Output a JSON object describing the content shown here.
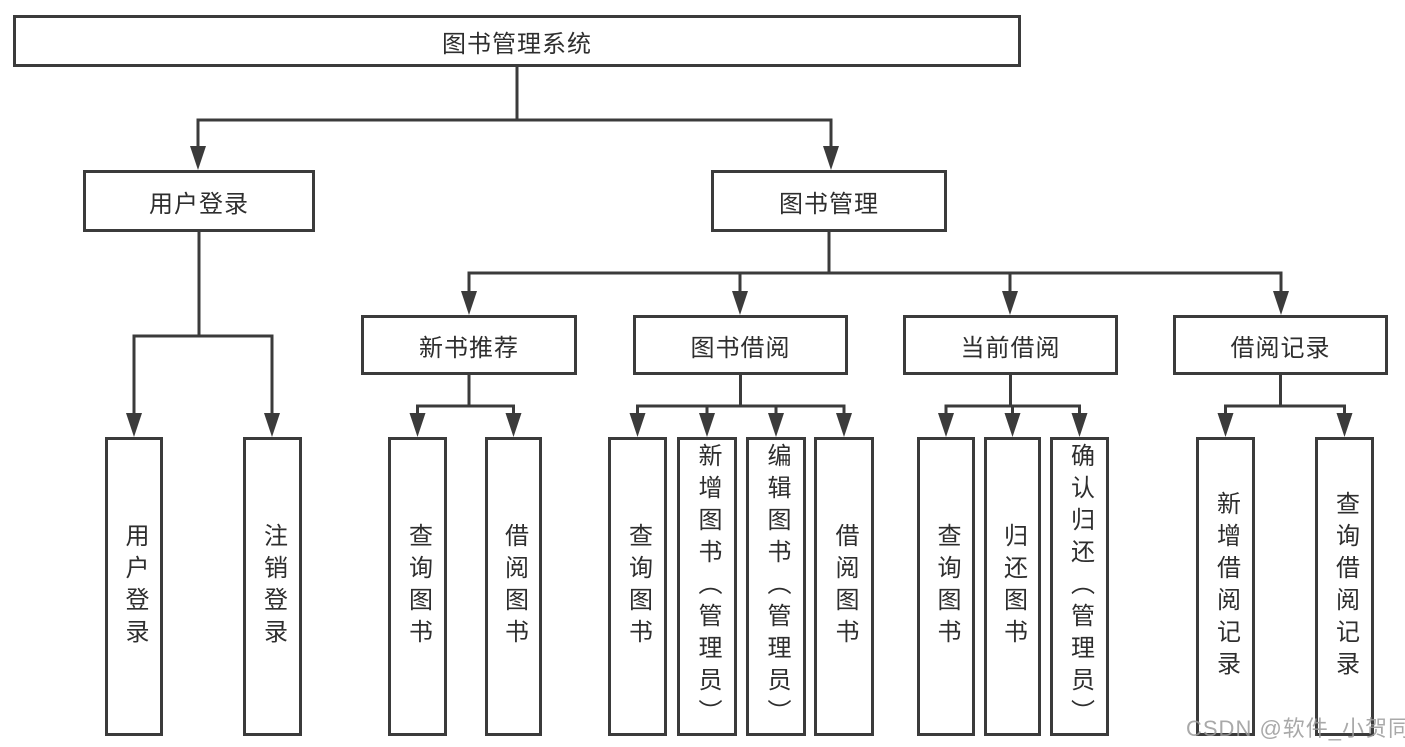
{
  "tree": {
    "root": "图书管理系统",
    "children": [
      {
        "label": "用户登录",
        "children": [
          {
            "label": "用户登录"
          },
          {
            "label": "注销登录"
          }
        ]
      },
      {
        "label": "图书管理",
        "children": [
          {
            "label": "新书推荐",
            "children": [
              {
                "label": "查询图书"
              },
              {
                "label": "借阅图书"
              }
            ]
          },
          {
            "label": "图书借阅",
            "children": [
              {
                "label": "查询图书"
              },
              {
                "label": "新增图书（管理员）"
              },
              {
                "label": "编辑图书（管理员）"
              },
              {
                "label": "借阅图书"
              }
            ]
          },
          {
            "label": "当前借阅",
            "children": [
              {
                "label": "查询图书"
              },
              {
                "label": "归还图书"
              },
              {
                "label": "确认归还（管理员）"
              }
            ]
          },
          {
            "label": "借阅记录",
            "children": [
              {
                "label": "新增借阅记录"
              },
              {
                "label": "查询借阅记录"
              }
            ]
          }
        ]
      }
    ]
  },
  "watermark": "CSDN @软件_小贺同学",
  "colors": {
    "line": "#3b3b3b",
    "text": "#2e2e2e",
    "background": "#ffffff",
    "watermark": "#9b9b9b"
  }
}
